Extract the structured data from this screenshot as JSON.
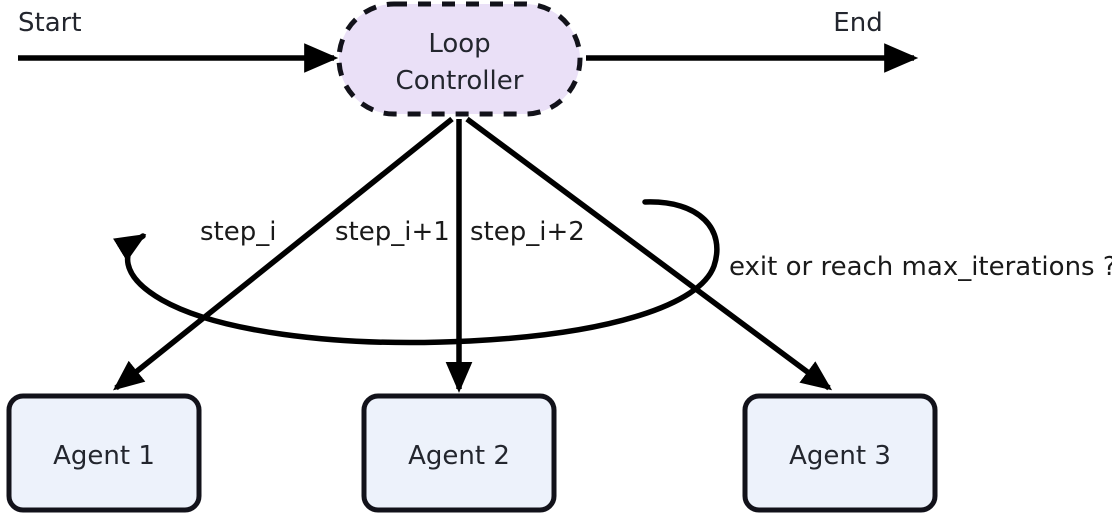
{
  "diagram": {
    "title": "Loop Controller agent orchestration flow",
    "background_color": "#ffffff",
    "terminals": {
      "start_label": "Start",
      "end_label": "End"
    },
    "controller": {
      "label_line1": "Loop",
      "label_line2": "Controller",
      "fill_color": "#EAE0F7",
      "stroke_color": "#12121a",
      "stroke_style": "dashed",
      "shape": "stadium"
    },
    "agents": [
      {
        "label": "Agent 1",
        "fill_color": "#EDF2FB",
        "stroke_color": "#12121a"
      },
      {
        "label": "Agent 2",
        "fill_color": "#EDF2FB",
        "stroke_color": "#12121a"
      },
      {
        "label": "Agent 3",
        "fill_color": "#EDF2FB",
        "stroke_color": "#12121a"
      }
    ],
    "edge_labels": {
      "step_1": "step_i",
      "step_2": "step_i+1",
      "step_3": "step_i+2",
      "feedback": "exit or reach max_iterations ?"
    },
    "edge_color": "#000000"
  }
}
